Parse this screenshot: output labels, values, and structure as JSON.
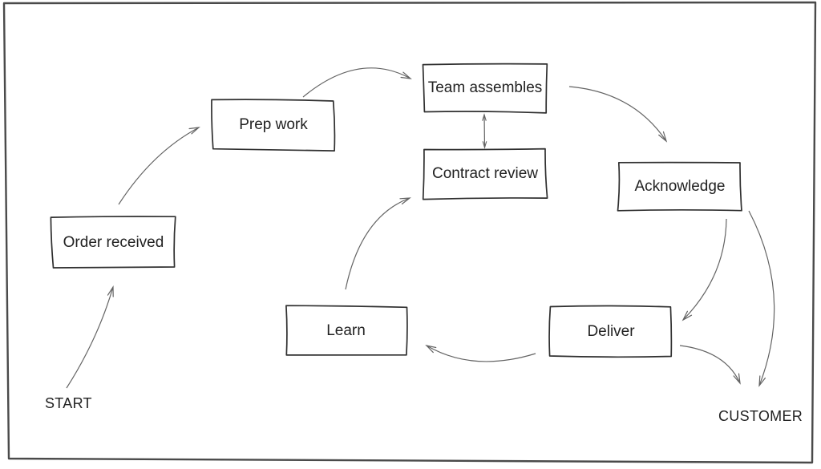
{
  "diagram": {
    "description": "Hand-drawn order fulfillment process flowchart",
    "background": "#ffffff",
    "box_stroke": "#2f2f2f",
    "arrow_stroke": "#636363",
    "border_stroke": "#4a4a4a",
    "text_color": "#222222"
  },
  "nodes": {
    "start": {
      "label": "START",
      "type": "text-label"
    },
    "order_received": {
      "label": "Order received",
      "type": "box"
    },
    "prep_work": {
      "label": "Prep work",
      "type": "box"
    },
    "team_assembles": {
      "label": "Team assembles",
      "type": "box"
    },
    "contract_review": {
      "label": "Contract review",
      "type": "box"
    },
    "acknowledge": {
      "label": "Acknowledge",
      "type": "box"
    },
    "learn": {
      "label": "Learn",
      "type": "box"
    },
    "deliver": {
      "label": "Deliver",
      "type": "box"
    },
    "customer": {
      "label": "CUSTOMER",
      "type": "text-label"
    }
  },
  "edges": [
    {
      "from": "start",
      "to": "order_received",
      "arrow": "single"
    },
    {
      "from": "order_received",
      "to": "prep_work",
      "arrow": "single"
    },
    {
      "from": "prep_work",
      "to": "team_assembles",
      "arrow": "single"
    },
    {
      "from": "team_assembles",
      "to": "contract_review",
      "arrow": "double"
    },
    {
      "from": "team_assembles",
      "to": "acknowledge",
      "arrow": "single"
    },
    {
      "from": "acknowledge",
      "to": "deliver",
      "arrow": "single"
    },
    {
      "from": "acknowledge",
      "to": "customer",
      "arrow": "single"
    },
    {
      "from": "deliver",
      "to": "customer",
      "arrow": "single"
    },
    {
      "from": "deliver",
      "to": "learn",
      "arrow": "single"
    },
    {
      "from": "learn",
      "to": "contract_review",
      "arrow": "single"
    }
  ]
}
